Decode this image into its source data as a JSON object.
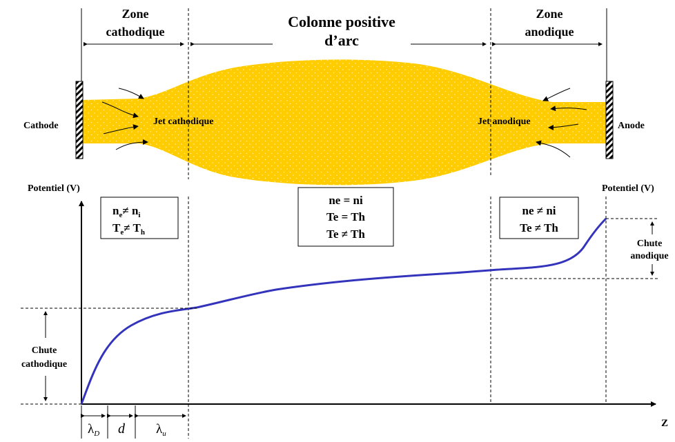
{
  "zones": {
    "cathode_zone": [
      "Zone",
      "cathodique"
    ],
    "arc_column": [
      "Colonne positive",
      "d’arc"
    ],
    "anode_zone": [
      "Zone",
      "anodique"
    ]
  },
  "electrodes": {
    "cathode": "Cathode",
    "anode": "Anode"
  },
  "jets": {
    "cathode_jet": "Jet cathodique",
    "anode_jet": "Jet anodique"
  },
  "axes": {
    "y_label_left": "Potentiel (V)",
    "y_label_right": "Potentiel (V)",
    "x_label": "Z"
  },
  "conditions": {
    "cathode": {
      "line1": {
        "main": "n",
        "sub1": "e",
        "neq": "≠ ",
        "main2": "n",
        "sub2": "i"
      },
      "line2": {
        "main": "T",
        "sub1": "e",
        "neq": "≠ ",
        "main2": "T",
        "sub2": "h"
      }
    },
    "column": [
      "ne = ni",
      "Te = Th",
      "Te ≠ Th"
    ],
    "anode": [
      "ne ≠ ni",
      "Te ≠ Th"
    ]
  },
  "drops": {
    "cathode": [
      "Chute",
      "cathodique"
    ],
    "anode": [
      "Chute",
      "anodique"
    ]
  },
  "lengths": {
    "lambda_d": {
      "symbol": "λ",
      "sub": "D"
    },
    "d": "d",
    "lambda_u": {
      "symbol": "λ",
      "sub": "u"
    }
  },
  "colors": {
    "plasma": "#FFCC00",
    "curve": "#3333BB",
    "axes": "#000000"
  }
}
